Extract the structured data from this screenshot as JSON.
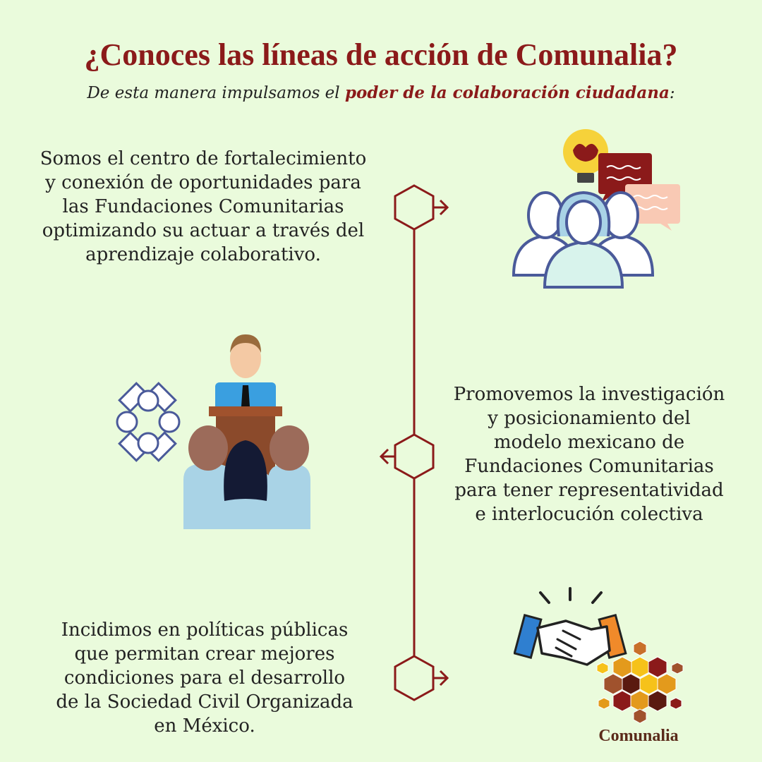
{
  "header": {
    "title": "¿Conoces las líneas de acción de Comunalia?",
    "subtitle_pre": "De esta manera impulsamos el ",
    "subtitle_highlight": "poder de la colaboración ciudadana",
    "subtitle_post": ":"
  },
  "lines": [
    {
      "text": "Somos el centro de fortalecimiento\ny conexión de oportunidades para\nlas Fundaciones Comunitarias\noptimizando su actuar a través del\naprendizaje colaborativo."
    },
    {
      "text": "Promovemos la investigación\ny posicionamiento del\nmodelo mexicano de\nFundaciones Comunitarias\npara tener representatividad\ne interlocución colectiva"
    },
    {
      "text": "Incidimos en políticas públicas\nque permitan crear mejores\ncondiciones para el desarrollo\nde la Sociedad Civil Organizada\nen México."
    }
  ],
  "logo": {
    "name": "Comunalia"
  },
  "colors": {
    "background": "#eafbdc",
    "accent": "#8b1a1a",
    "outline": "#4a5a9a",
    "light_blue": "#a9d3e6"
  },
  "icons": [
    "hexagon-icon",
    "arrow-right-icon",
    "arrow-left-icon",
    "team-brainstorm-illustration",
    "speaker-audience-illustration",
    "joined-hands-icon",
    "handshake-icon",
    "comunalia-logo-mark"
  ]
}
